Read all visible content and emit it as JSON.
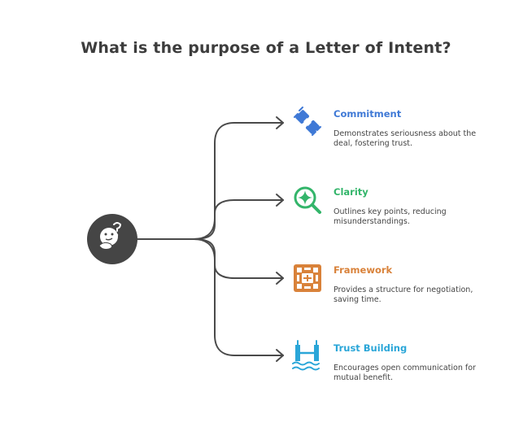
{
  "title": "What is the purpose of a Letter of Intent?",
  "central_icon": "thinking-face-icon",
  "colors": {
    "line": "#4a4a4a",
    "center": "#454545",
    "commitment": "#3f79d6",
    "clarity": "#33b56a",
    "framework": "#d9823a",
    "trust_building": "#2aa6d8"
  },
  "items": [
    {
      "label": "Commitment",
      "desc1": "Demonstrates seriousness about the",
      "desc2": "deal, fostering trust.",
      "icon": "handshake-icon"
    },
    {
      "label": "Clarity",
      "desc1": "Outlines key points, reducing",
      "desc2": "misunderstandings.",
      "icon": "magnifier-sparkle-icon"
    },
    {
      "label": "Framework",
      "desc1": "Provides a structure for negotiation,",
      "desc2": "saving time.",
      "icon": "structure-grid-icon"
    },
    {
      "label": "Trust Building",
      "desc1": "Encourages open communication for",
      "desc2": "mutual benefit.",
      "icon": "bridge-icon"
    }
  ]
}
